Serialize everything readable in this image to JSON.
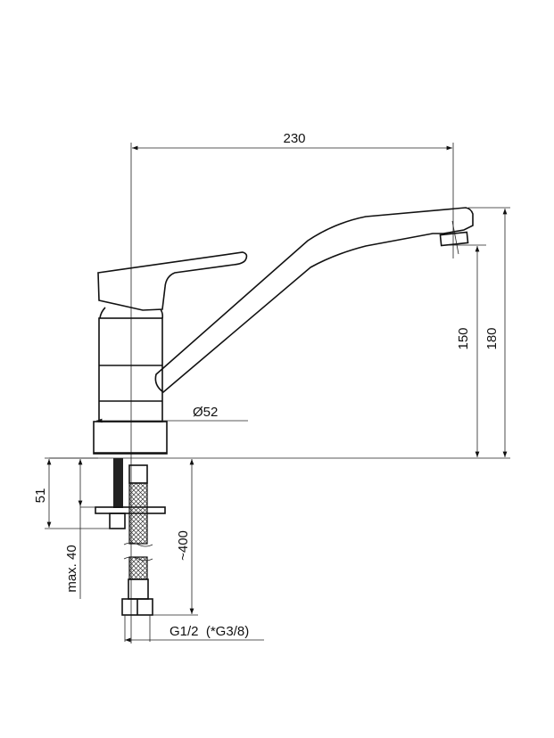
{
  "dimensions": {
    "width": "230",
    "height_outlet": "150",
    "height_total": "180",
    "diameter": "Ø52",
    "depth": "51",
    "max_thickness": "max. 40",
    "hose_length": "~400",
    "thread": "G1/2  (*G3/8)"
  }
}
